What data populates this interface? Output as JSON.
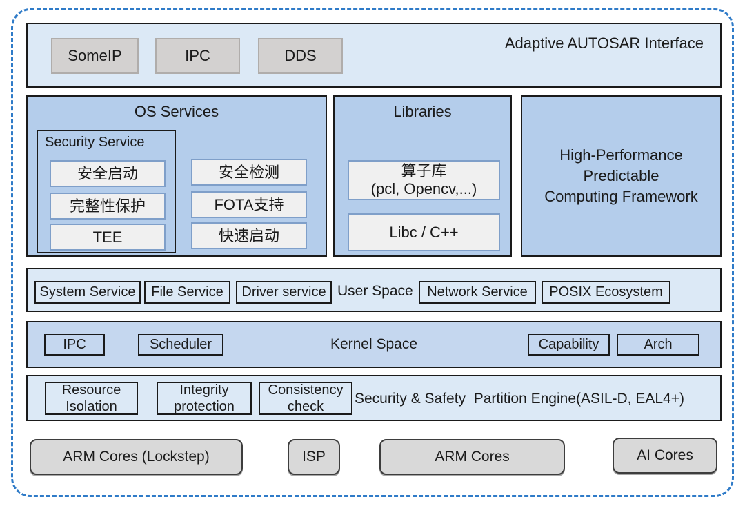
{
  "colors": {
    "outer_dash": "#2f7bc8",
    "band_light": "#dce9f6",
    "panel_blue": "#b4cdeb",
    "kernel_blue": "#c5d7ef",
    "chip_fill": "#f0f0f0",
    "chip_border": "#7f9fc9",
    "proto_fill": "#d3d1d0",
    "hw_fill": "#d9d9d9"
  },
  "top_band": {
    "title": "Adaptive AUTOSAR Interface",
    "items": [
      "SomeIP",
      "IPC",
      "DDS"
    ]
  },
  "os_services": {
    "title": "OS Services",
    "security_service": {
      "title": "Security Service",
      "items": [
        "安全启动",
        "完整性保护",
        "TEE"
      ]
    },
    "side_items": [
      "安全检测",
      "FOTA支持",
      "快速启动"
    ]
  },
  "libraries": {
    "title": "Libraries",
    "operator_lib": {
      "line1": "算子库",
      "line2": "(pcl, Opencv,...)"
    },
    "libc": "Libc / C++"
  },
  "hp_framework": {
    "lines": [
      "High-Performance",
      "Predictable",
      "Computing Framework"
    ]
  },
  "user_space": {
    "label": "User Space",
    "left_boxes": [
      "System Service",
      "File Service",
      "Driver service"
    ],
    "right_boxes": [
      "Network Service",
      "POSIX Ecosystem"
    ]
  },
  "kernel_space": {
    "label": "Kernel Space",
    "left_boxes": [
      "IPC",
      "Scheduler"
    ],
    "right_boxes": [
      "Capability",
      "Arch"
    ]
  },
  "security_engine": {
    "label": "Security & Safety  Partition Engine(ASIL-D, EAL4+)",
    "boxes": [
      {
        "line1": "Resource",
        "line2": "Isolation"
      },
      {
        "line1": "Integrity",
        "line2": "protection"
      },
      {
        "line1": "Consistency",
        "line2": "check"
      }
    ]
  },
  "hardware": {
    "items": [
      "ARM Cores (Lockstep)",
      "ISP",
      "ARM Cores",
      "AI Cores"
    ]
  }
}
